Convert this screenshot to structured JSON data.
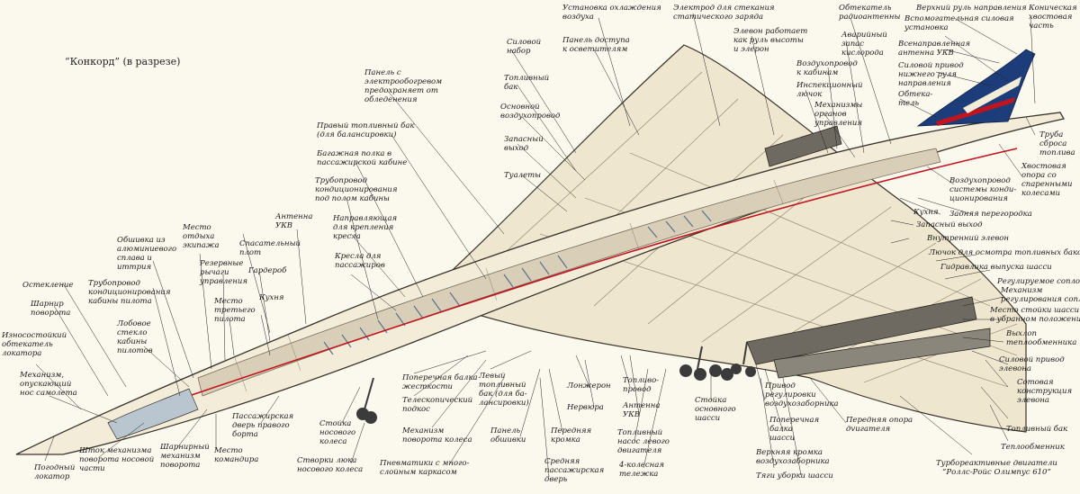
{
  "title": "“Конкорд” (в разрезе)",
  "colors": {
    "fuselage": "#f3ecd9",
    "cabin": "#d9cfb8",
    "wing": "#efe6cf",
    "ribs": "#8a7f6b",
    "outline": "#3a332a",
    "stripe": "#c0141e",
    "tail_blue": "#1d3d7a",
    "engine": "#6e6a62",
    "gear": "#3b3b3b",
    "leader": "#222222"
  },
  "labels": {
    "pogodny_lokator": "Погодный\nлокатор",
    "obtekatel_lokatora": "Износостойкий\nобтекатель\nлокатора",
    "sharnir_povorota": "Шарнир\nповорота",
    "osteklenie": "Остекление",
    "mekhanizm_nosa": "Механизм,\nопускающий\nнос самолета",
    "shtok": "Шток механизма\nповорота носовой\nчасти",
    "trubo_kabiny": "Трубопровод\nкондиционирования\nкабины пилота",
    "lobovoe": "Лобовое\nстекло\nкабины\nпилотов",
    "obshivka": "Обшивка из\nалюминиевого\nсплава и\nиттрия",
    "mesto_otdykha": "Место\nотдыха\nэкипажа",
    "rezervnye_rychagi": "Резервные\nрычаги\nуправления",
    "mesto_tretiego": "Место\nтретьего\nпилота",
    "sharnirny_mekhanizm": "Шарнирный\nмеханизм\nповорота",
    "mesto_komandira": "Место\nкомандира",
    "kukhnya_front": "Кухня",
    "garderob": "Гардероб",
    "spasatelny_plot": "Спасательный\nплот",
    "antenna_ukv_top": "Антенна\nУКВ",
    "passazhirskaya_dver": "Пассажирская\nдверь правого\nборта",
    "stoyka_nosovogo": "Стойка\nносового\nколеса",
    "stvorki_nosovogo": "Створки люка\nносового колеса",
    "trubo_pola": "Трубопровод\nкондиционирования\nпод полом кабины",
    "bagazhnaya_polka": "Багажная полка в\nпассажирской кабине",
    "pravy_toplivny": "Правый топливный бак\n(для балансировки)",
    "panel_elektro": "Панель с\nэлектрообогревом\nпредохраняет от\nобледенения",
    "napravlyayushchaya": "Направляющая\nдля крепления\nкресла",
    "kresla": "Кресла для\nпассажиров",
    "poperechnaya_balka": "Поперечная балка\nжесткости",
    "teleskopichesky": "Телескопический\nподкос",
    "mekhanizm_povorota_kolesa": "Механизм\nповорота колеса",
    "pnevmatiki": "Пневматики с много-\nслойным каркасом",
    "levy_bak": "Левый\nтопливный\nбак (для ба-\nлансировки)",
    "panel_obshivki": "Панель\nобшивки",
    "perednyaya_kromka": "Передняя\nкромка",
    "srednyaya_dver": "Средняя\nпассажирская\nдверь",
    "lonzheron": "Лонжерон",
    "nervyura": "Нервюра",
    "toplivoprovod": "Топливо-\nпровод",
    "antenna_ukv_bottom": "Антенна\nУКВ",
    "toplivny_nasos": "Топливный\nнасос левого\nдвигателя",
    "telezhka": "4-колесная\nтележка",
    "stoyka_osnovnogo": "Стойка\nосновного\nшасси",
    "privod_regulirovki": "Привод\nрегулировки\nвоздухозаборника",
    "poperechnaya_balka_shassi": "Поперечная\nбалка\nшасси",
    "verkhnyaya_kromka": "Верхняя кромка\nвоздухозаборника",
    "tyagi_uborki": "Тяги уборки шасси",
    "perednyaya_opora": "Передняя опора\nдvигателя",
    "turboreaktivnye": "Турбореактивные двигатели\n“Роллс-Ройс Олимпус 610”",
    "teploobmennik": "Теплообменник",
    "toplivny_bak_right": "Топливный бак",
    "sotovaya": "Сотовая\nконструкция\nэлевона",
    "silovoy_privod_elevona": "Силовой привод\nэлевона",
    "vykhlop": "Выхлоп\nтеплообменника",
    "mesto_stoyki": "Место стойки шасси\nв убранном положении",
    "reguliruemoe_soplo": "Регулируемое сопло",
    "mekhanizm_soplo": "Механизм\nрегулирования сопла",
    "gidravlika": "Гидравлика выпуска шасси",
    "lyuchok": "Лючок для осмотра топливных баков",
    "vnutrenny_elevon": "Внутренний элевон",
    "zapasny_vykhod_right": "Запасный выход",
    "zadnyaya_peregorodka": "Задняя перегородка",
    "kukhnya_rear": "Кухня",
    "vozdukhoprovod_sistemy": "Воздухопровод\nсистемы конди-\nционирования",
    "khvostovaya_opora": "Хвостовая\nопора со\nспаренными\nколесами",
    "truba_sbrosa": "Труба\nсброса\nтоплива",
    "konicheskaya": "Коническая\nхвостовая\nчасть",
    "verkhny_rul": "Верхний руль направления",
    "vspomogatelnaya": "Вспомогательная силовая\nустановка",
    "vsenapravlennaya": "Всенаправленная\nантенна УКВ",
    "silovoy_privod_rulya": "Силовой привод\nнижнего руля\nнаправления",
    "obtekatel_small": "Обтека-\nтель",
    "obtekatel_radio": "Обтекатель\nрадиоантенны",
    "avariyny_zapas": "Аварийный\nзапас\nкислорода",
    "vozdukhoprovod_k_kabinam": "Воздухопровод\nк кабинам",
    "inspektsionny": "Инспекционный\nлючок",
    "mekhanizmy_organov": "Механизмы\nорганов\nуправления",
    "elevon_rabotaet": "Элевон работает\nкак руль высоты\nи элерон",
    "elektrod": "Электрод для стекания\nстатического заряда",
    "ustanovka_okhlazhdeniya": "Установка охлаждения\nвоздуха",
    "panel_dostupa": "Панель доступа\nк осветителям",
    "silovoy_nabor": "Силовой\nнабор",
    "toplivny_bak": "Топливный\nбак",
    "osnovnoy_vozdukhoprovod": "Основной\nвоздухопровод",
    "zapasny_vykhod_left": "Запасный\nвыход",
    "tualety": "Туалеты"
  }
}
